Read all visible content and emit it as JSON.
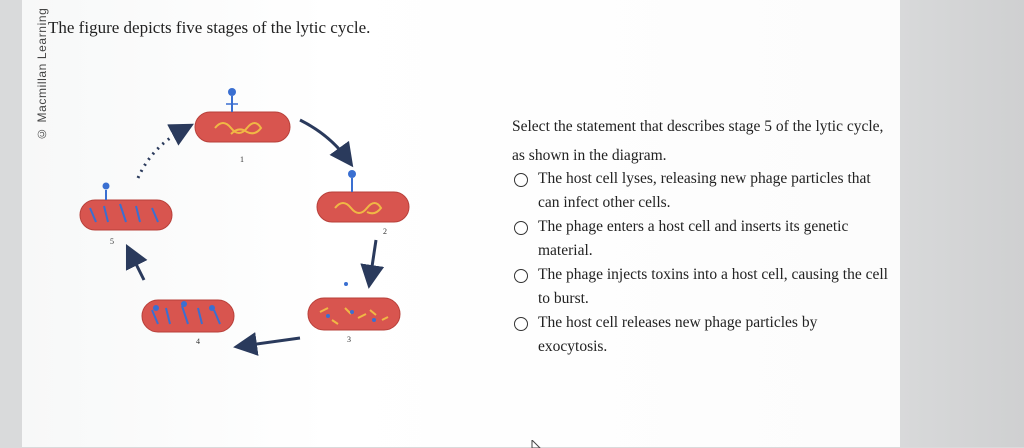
{
  "credit": "© Macmillan Learning",
  "title": "The figure depicts five stages of the lytic cycle.",
  "stage_labels": [
    "1",
    "2",
    "3",
    "4",
    "5"
  ],
  "question": "Select the statement that describes stage 5 of the lytic cycle, as shown in the diagram.",
  "options": [
    {
      "text": "The host cell lyses, releasing new phage particles that can infect other cells."
    },
    {
      "text": "The phage enters a host cell and inserts its genetic material."
    },
    {
      "text": "The phage injects toxins into a host cell, causing the cell to burst."
    },
    {
      "text": "The host cell releases new phage particles by exocytosis."
    }
  ],
  "colors": {
    "cell": "#d8554f",
    "dna": "#e6a832",
    "phage": "#3a6fd1",
    "arrow": "#2a3a5c"
  }
}
